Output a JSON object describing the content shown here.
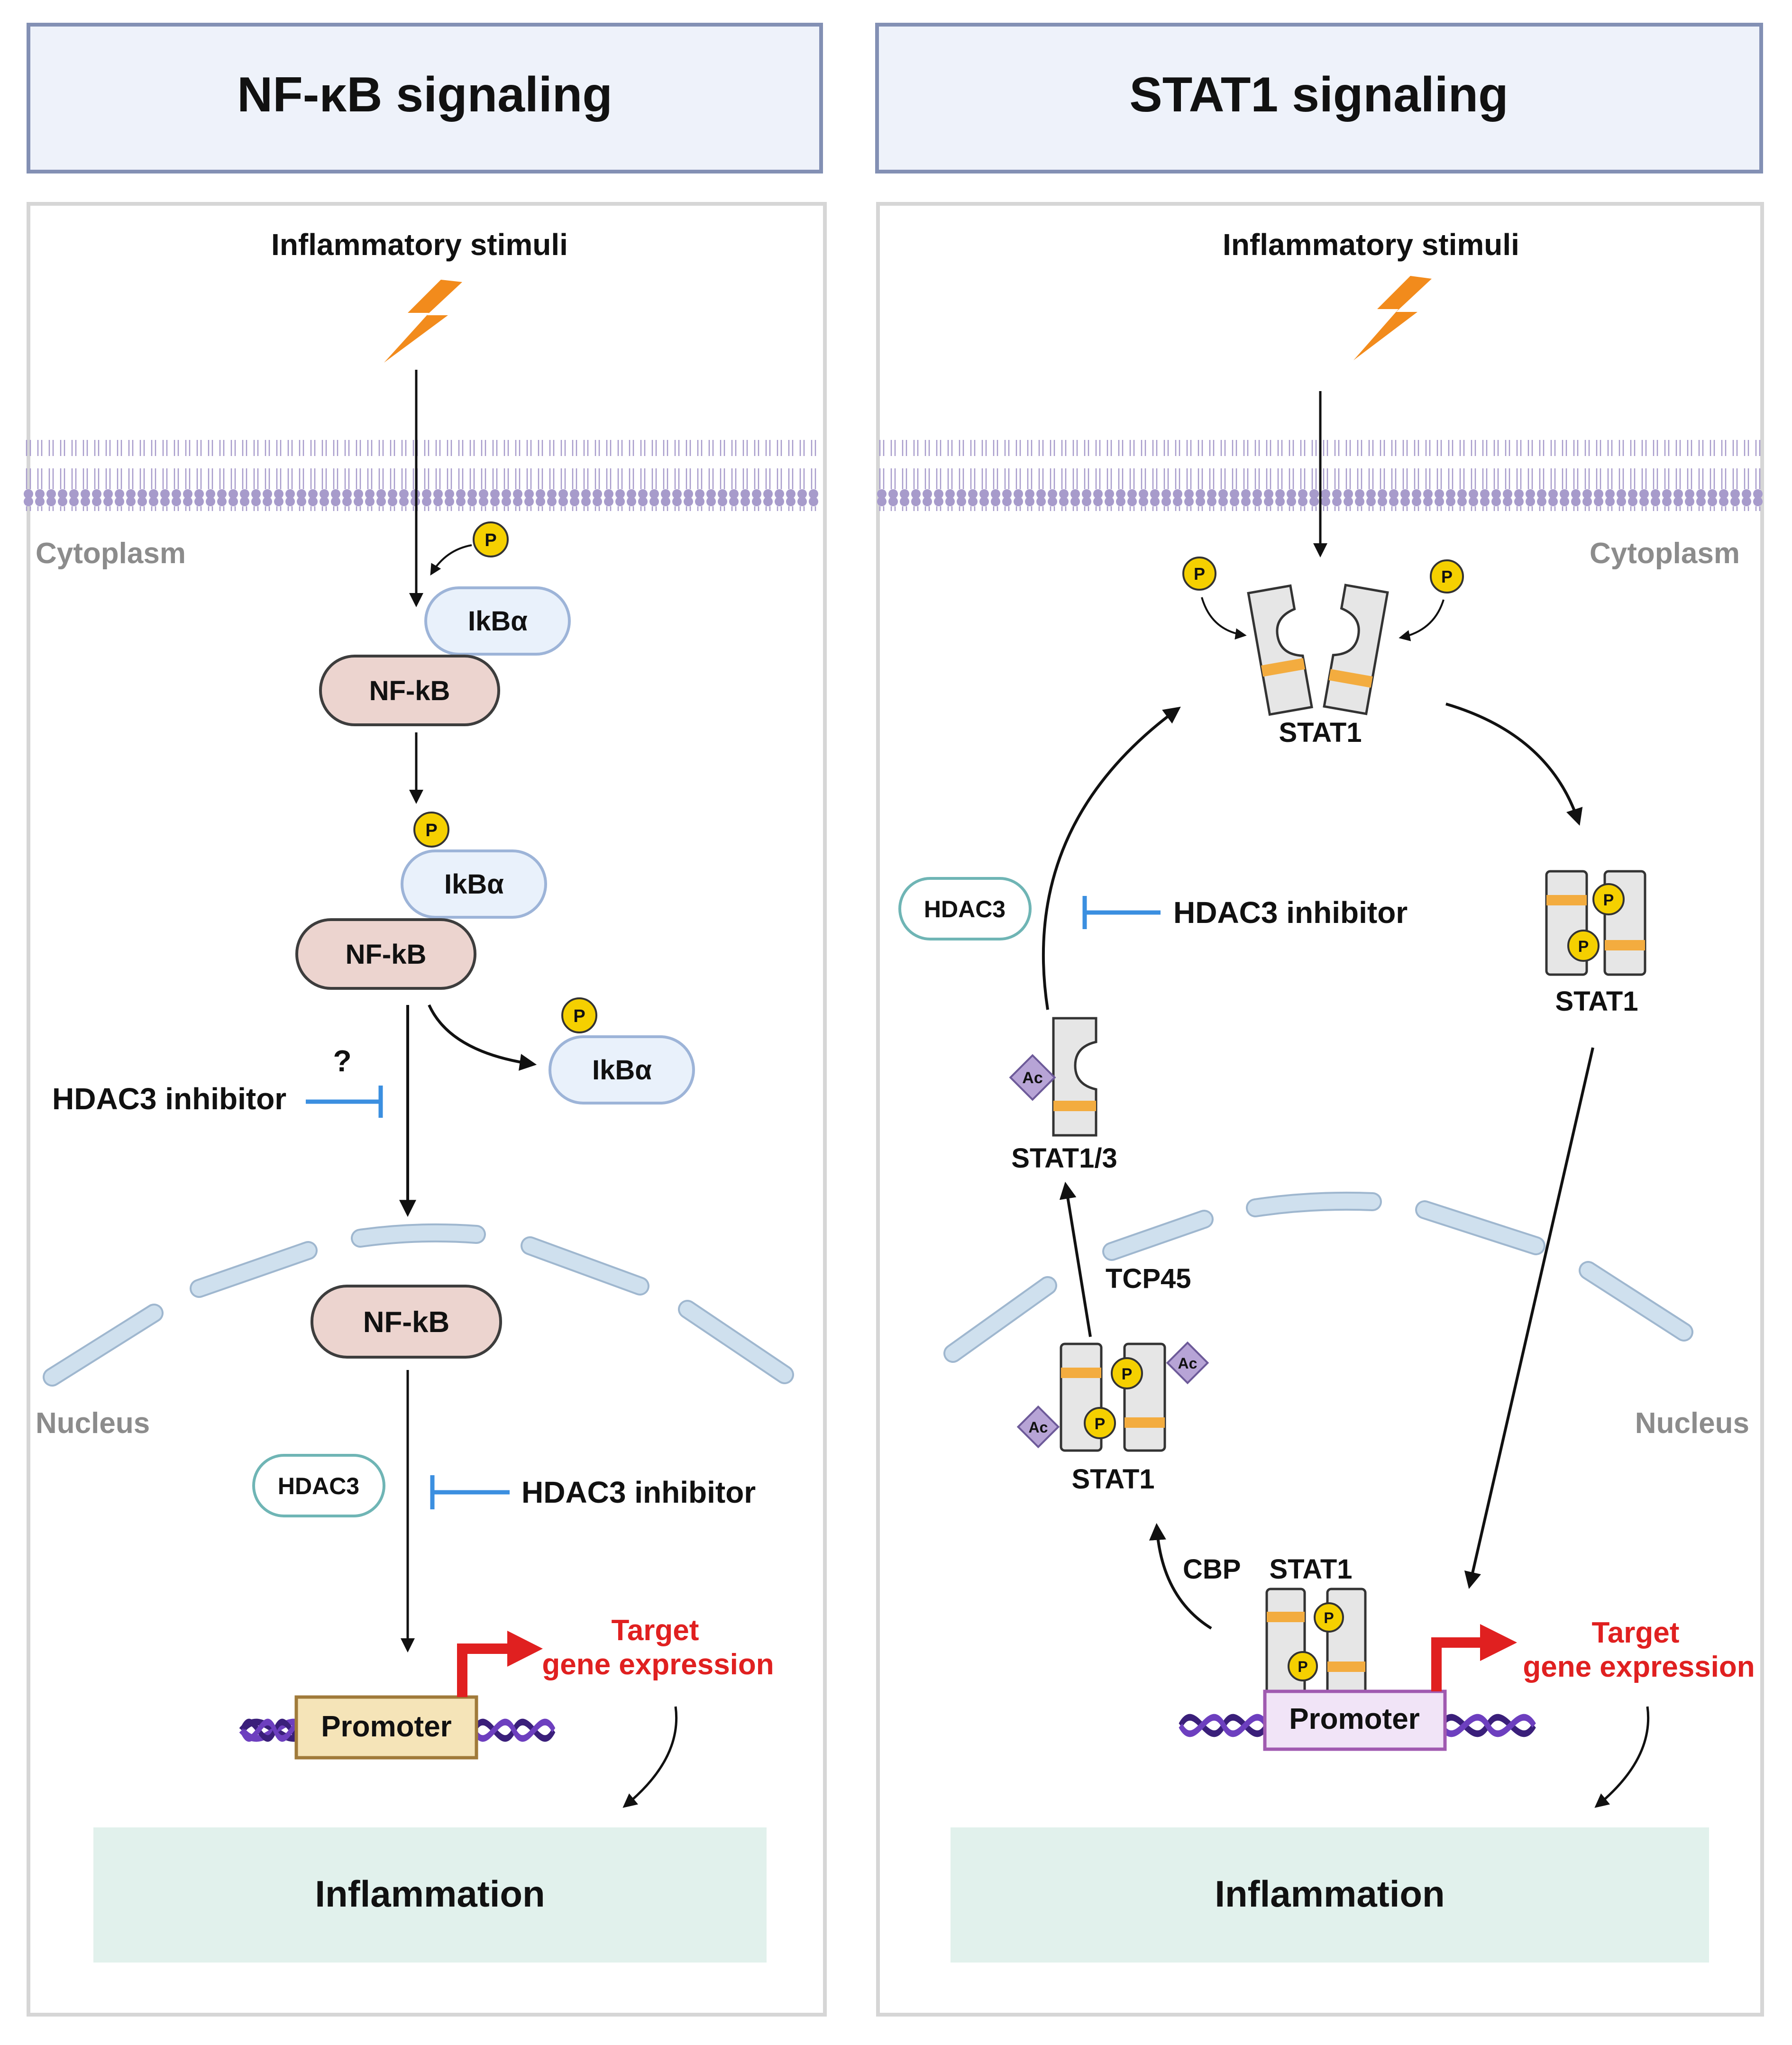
{
  "colors": {
    "header_fill": "#eef2fa",
    "header_stroke": "#8390b4",
    "panel_stroke": "#d6d6d6",
    "membrane": "#a79bcb",
    "nucleus_membrane": "#cfe0ee",
    "ikb_fill": "#e9f1fb",
    "ikb_stroke": "#9db4d8",
    "nfkb_fill": "#ecd4cf",
    "nfkb_stroke": "#3d3d3d",
    "hdac3_stroke": "#6fb5b5",
    "inhibitor_blue": "#3b8fe0",
    "phosphate": "#f5d000",
    "acetyl": "#b7a4d6",
    "stat_band": "#f3ac3f",
    "target_red": "#e02020",
    "promoter_left_fill": "#f5e4b8",
    "promoter_right_fill": "#f1e4f7",
    "inflammation_fill": "#e1f1ec",
    "bolt": "#f28b1c"
  },
  "left": {
    "title": "NF-κB signaling",
    "stimuli": "Inflammatory stimuli",
    "cytoplasm": "Cytoplasm",
    "nucleus": "Nucleus",
    "ikba": "IkBα",
    "nfkb": "NF-kB",
    "phos": "P",
    "question": "?",
    "inhibitor_1": "HDAC3 inhibitor",
    "inhibitor_2": "HDAC3 inhibitor",
    "hdac3": "HDAC3",
    "promoter": "Promoter",
    "target_line1": "Target",
    "target_line2": "gene expression",
    "inflammation": "Inflammation"
  },
  "right": {
    "title": "STAT1 signaling",
    "stimuli": "Inflammatory stimuli",
    "cytoplasm": "Cytoplasm",
    "nucleus": "Nucleus",
    "stat1": "STAT1",
    "stat13": "STAT1/3",
    "phos": "P",
    "acetyl": "Ac",
    "hdac3": "HDAC3",
    "inhibitor": "HDAC3 inhibitor",
    "tcp45": "TCP45",
    "cbp": "CBP",
    "promoter": "Promoter",
    "target_line1": "Target",
    "target_line2": "gene expression",
    "inflammation": "Inflammation"
  }
}
